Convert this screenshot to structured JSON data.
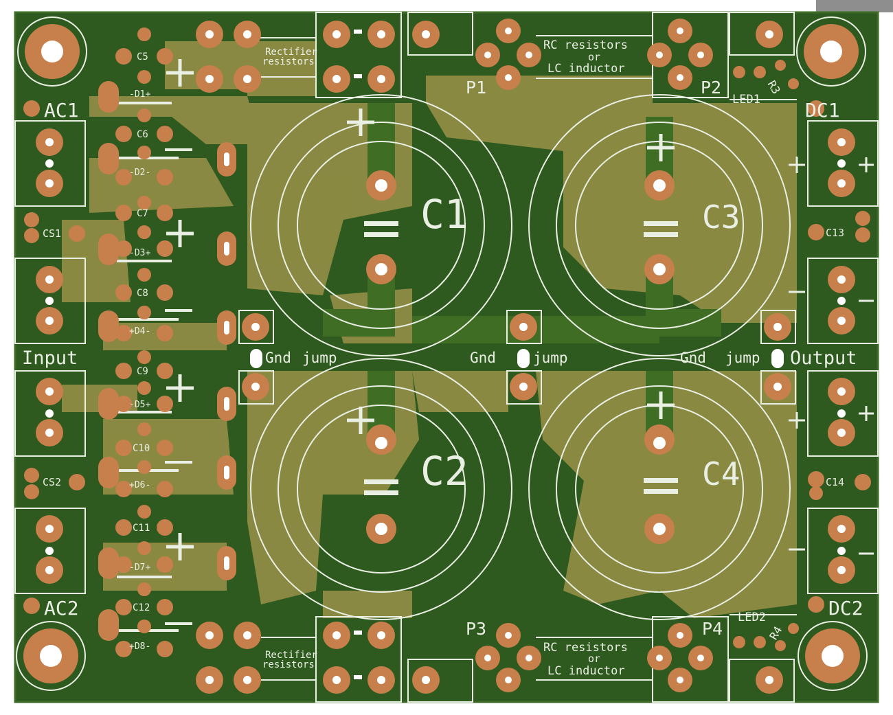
{
  "board": {
    "colors": {
      "substrate": "#2f5a1f",
      "copper_pour": "#4a7629",
      "copper_trace": "#9e9a4c",
      "pad_copper": "#c7804c",
      "drill": "#ffffff",
      "silkscreen": "#e9efe3"
    },
    "labels": {
      "ac1": "AC1",
      "ac2": "AC2",
      "dc1": "DC1",
      "dc2": "DC2",
      "input": "Input",
      "output": "Output",
      "cs1": "CS1",
      "cs2": "CS2",
      "c13": "C13",
      "c14": "C14",
      "led1": "LED1",
      "led2": "LED2",
      "r3": "R3",
      "r4": "R4",
      "p1": "P1",
      "p2": "P2",
      "p3": "P3",
      "p4": "P4",
      "c1": "C1",
      "c2": "C2",
      "c3": "C3",
      "c4": "C4",
      "gnd": "Gnd",
      "jump": "jump",
      "rectifier": "Rectifier",
      "resistors": "resistors",
      "rc_resistors": "RC resistors",
      "or": "or",
      "lc_inductor": "LC inductor"
    },
    "small_caps": [
      "C5",
      "C6",
      "C7",
      "C8",
      "C9",
      "C10",
      "C11",
      "C12"
    ],
    "diodes": [
      "-D1+",
      "-D2-",
      "-D3+",
      "+D4-",
      "-D5+",
      "+D6-",
      "-D7+",
      "+D8-"
    ]
  }
}
